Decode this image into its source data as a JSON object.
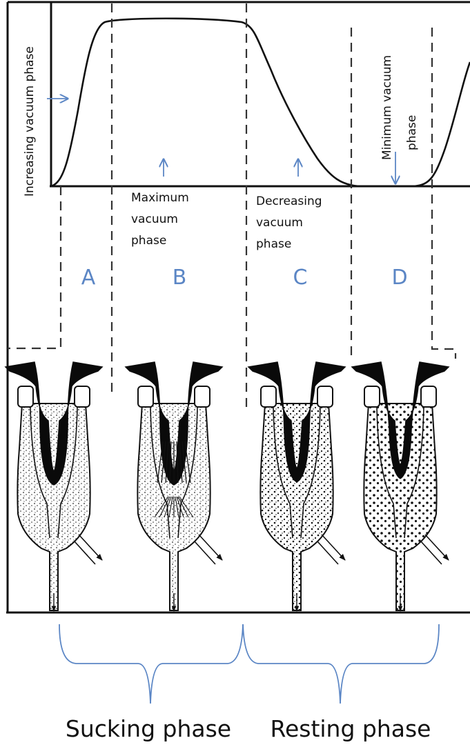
{
  "phases": {
    "increasing": "Increasing vacuum phase",
    "maximum": [
      "Maximum",
      "vacuum",
      "phase"
    ],
    "decreasing": [
      "Decreasing",
      "vacuum",
      "phase"
    ],
    "minimum": [
      "Minimum vacuum",
      "phase"
    ]
  },
  "letters": [
    "A",
    "B",
    "C",
    "D"
  ],
  "groups": {
    "sucking": "Sucking phase",
    "resting": "Resting phase"
  },
  "colors": {
    "accent": "#5b86c5",
    "ink": "#111111",
    "liner": "#0a0a0a"
  }
}
